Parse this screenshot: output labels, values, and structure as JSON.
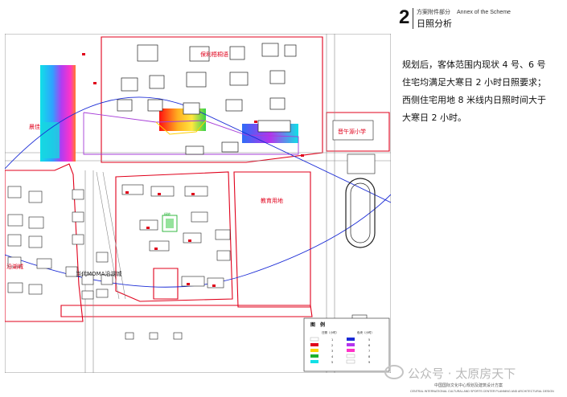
{
  "header": {
    "section_number": "2",
    "section_cn": "方案附件部分",
    "section_en": "Annex of the Scheme",
    "title": "日照分析"
  },
  "description": [
    "规划后，客体范围内现状 4 号、6 号",
    "住宅均满足大寒日 2 小时日照要求；",
    "西侧住宅用地 8 米线内日照时间大于",
    "大寒日 2 小时。"
  ],
  "map": {
    "labels": {
      "north_site": "保利梧桐语",
      "west_site": "晨佳",
      "school": "晋午源小学",
      "education": "教育用地",
      "community": "当代MOMA沿湖城",
      "lakeside": "沿湖城",
      "green": "绿地"
    },
    "legend": {
      "title": "图　例",
      "col_headers": [
        "日照（小时）",
        "色块（小时）"
      ],
      "rows": [
        [
          "1",
          "5"
        ],
        [
          "2",
          "6"
        ],
        [
          "3",
          "7"
        ],
        [
          "4",
          "8"
        ],
        [
          "5",
          "9"
        ]
      ]
    },
    "colors": {
      "boundary": "#e0001b",
      "sun_path": "#1a2bd6",
      "outline": "#222222"
    }
  },
  "footer": {
    "watermark": "公众号 · 太原房天下",
    "institute_cn": "中国国际文化中心规划及建筑设计方案",
    "institute_en": "CENTRAL INTERNATIONAL CULTURAL AND SPORTS CENTER PLANNING AND ARCHITECTURAL DESIGN"
  }
}
